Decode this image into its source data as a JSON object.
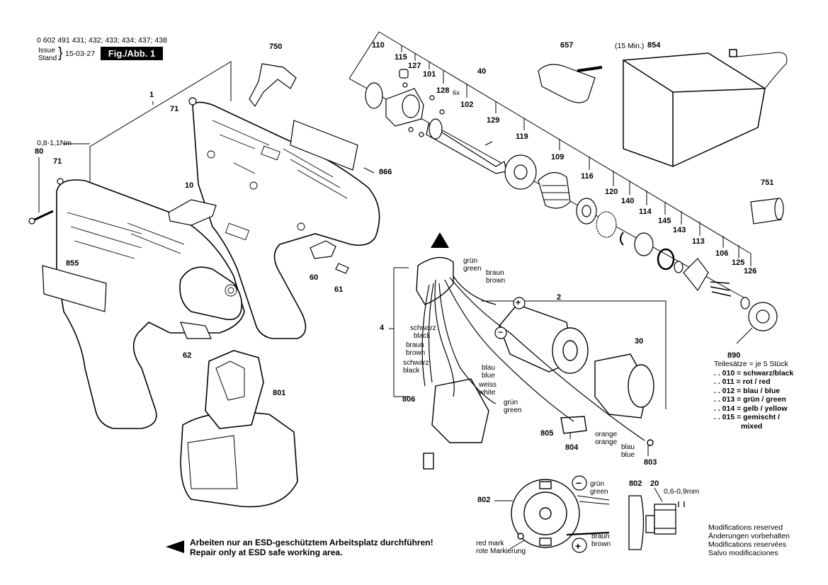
{
  "header": {
    "model_line": "0 602 491 431; 432; 433; 434; 437; 438",
    "issue_en": "Issue",
    "issue_de": "Stand",
    "issue_date": "15-03-27",
    "figure_label": "Fig./Abb. 1"
  },
  "callouts": {
    "p1": "1",
    "p2": "2",
    "p4": "4",
    "p10": "10",
    "p20": "20",
    "p30": "30",
    "p40": "40",
    "p60": "60",
    "p61": "61",
    "p62": "62",
    "p71a": "71",
    "p71b": "71",
    "p80": "80",
    "p101": "101",
    "p102": "102",
    "p106": "106",
    "p109": "109",
    "p110": "110",
    "p113": "113",
    "p114": "114",
    "p115": "115",
    "p116": "116",
    "p119": "119",
    "p120": "120",
    "p125": "125",
    "p126": "126",
    "p127": "127",
    "p128": "128",
    "p128_qty": "6x",
    "p129": "129",
    "p140": "140",
    "p143": "143",
    "p145": "145",
    "p657": "657",
    "p750": "750",
    "p751": "751",
    "p801": "801",
    "p802a": "802",
    "p802b": "802",
    "p803": "803",
    "p804": "804",
    "p805": "805",
    "p806": "806",
    "p854": "854",
    "p854_note": "(15 Min.)",
    "p855": "855",
    "p866": "866",
    "p890": "890"
  },
  "torque": "0,8-1,1Nm",
  "gap": "0,6-0,9mm",
  "wires": {
    "gruen1": "grün",
    "green1": "green",
    "braun1": "braun",
    "brown1": "brown",
    "schwarz1": "schwarz",
    "black1": "black",
    "braun2": "braun",
    "brown2": "brown",
    "schwarz2": "schwarz",
    "black2": "black",
    "blau1": "blau",
    "blue1": "blue",
    "weiss": "weiss",
    "white": "white",
    "gruen2": "grün",
    "green2": "green",
    "orange_de": "orange",
    "orange_en": "orange",
    "blau2": "blau",
    "blue2": "blue",
    "gruen3": "grün",
    "green3": "green",
    "braun3": "braun",
    "brown3": "brown",
    "red_mark": "red mark",
    "rote_markierung": "rote Markierung",
    "plus1": "+",
    "minus1": "−",
    "plus2": "+",
    "minus2": "−"
  },
  "kit_note": {
    "title": "Teilesätze = je 5 Stück",
    "items": [
      ". . 010 = schwarz/black",
      ". . 011 = rot / red",
      ". . 012 = blau / blue",
      ". . 013 = grün / green",
      ". . 014 = gelb / yellow",
      ". . 015 = gemischt /",
      "mixed"
    ]
  },
  "esd_warning": {
    "de": "Arbeiten nur an ESD-geschütztem Arbeitsplatz durchführen!",
    "en": "Repair only at ESD safe working area."
  },
  "modifications": [
    "Modifications reserved",
    "Änderungen vorbehalten",
    "Modifications reservées",
    "Salvo modificaciones"
  ]
}
